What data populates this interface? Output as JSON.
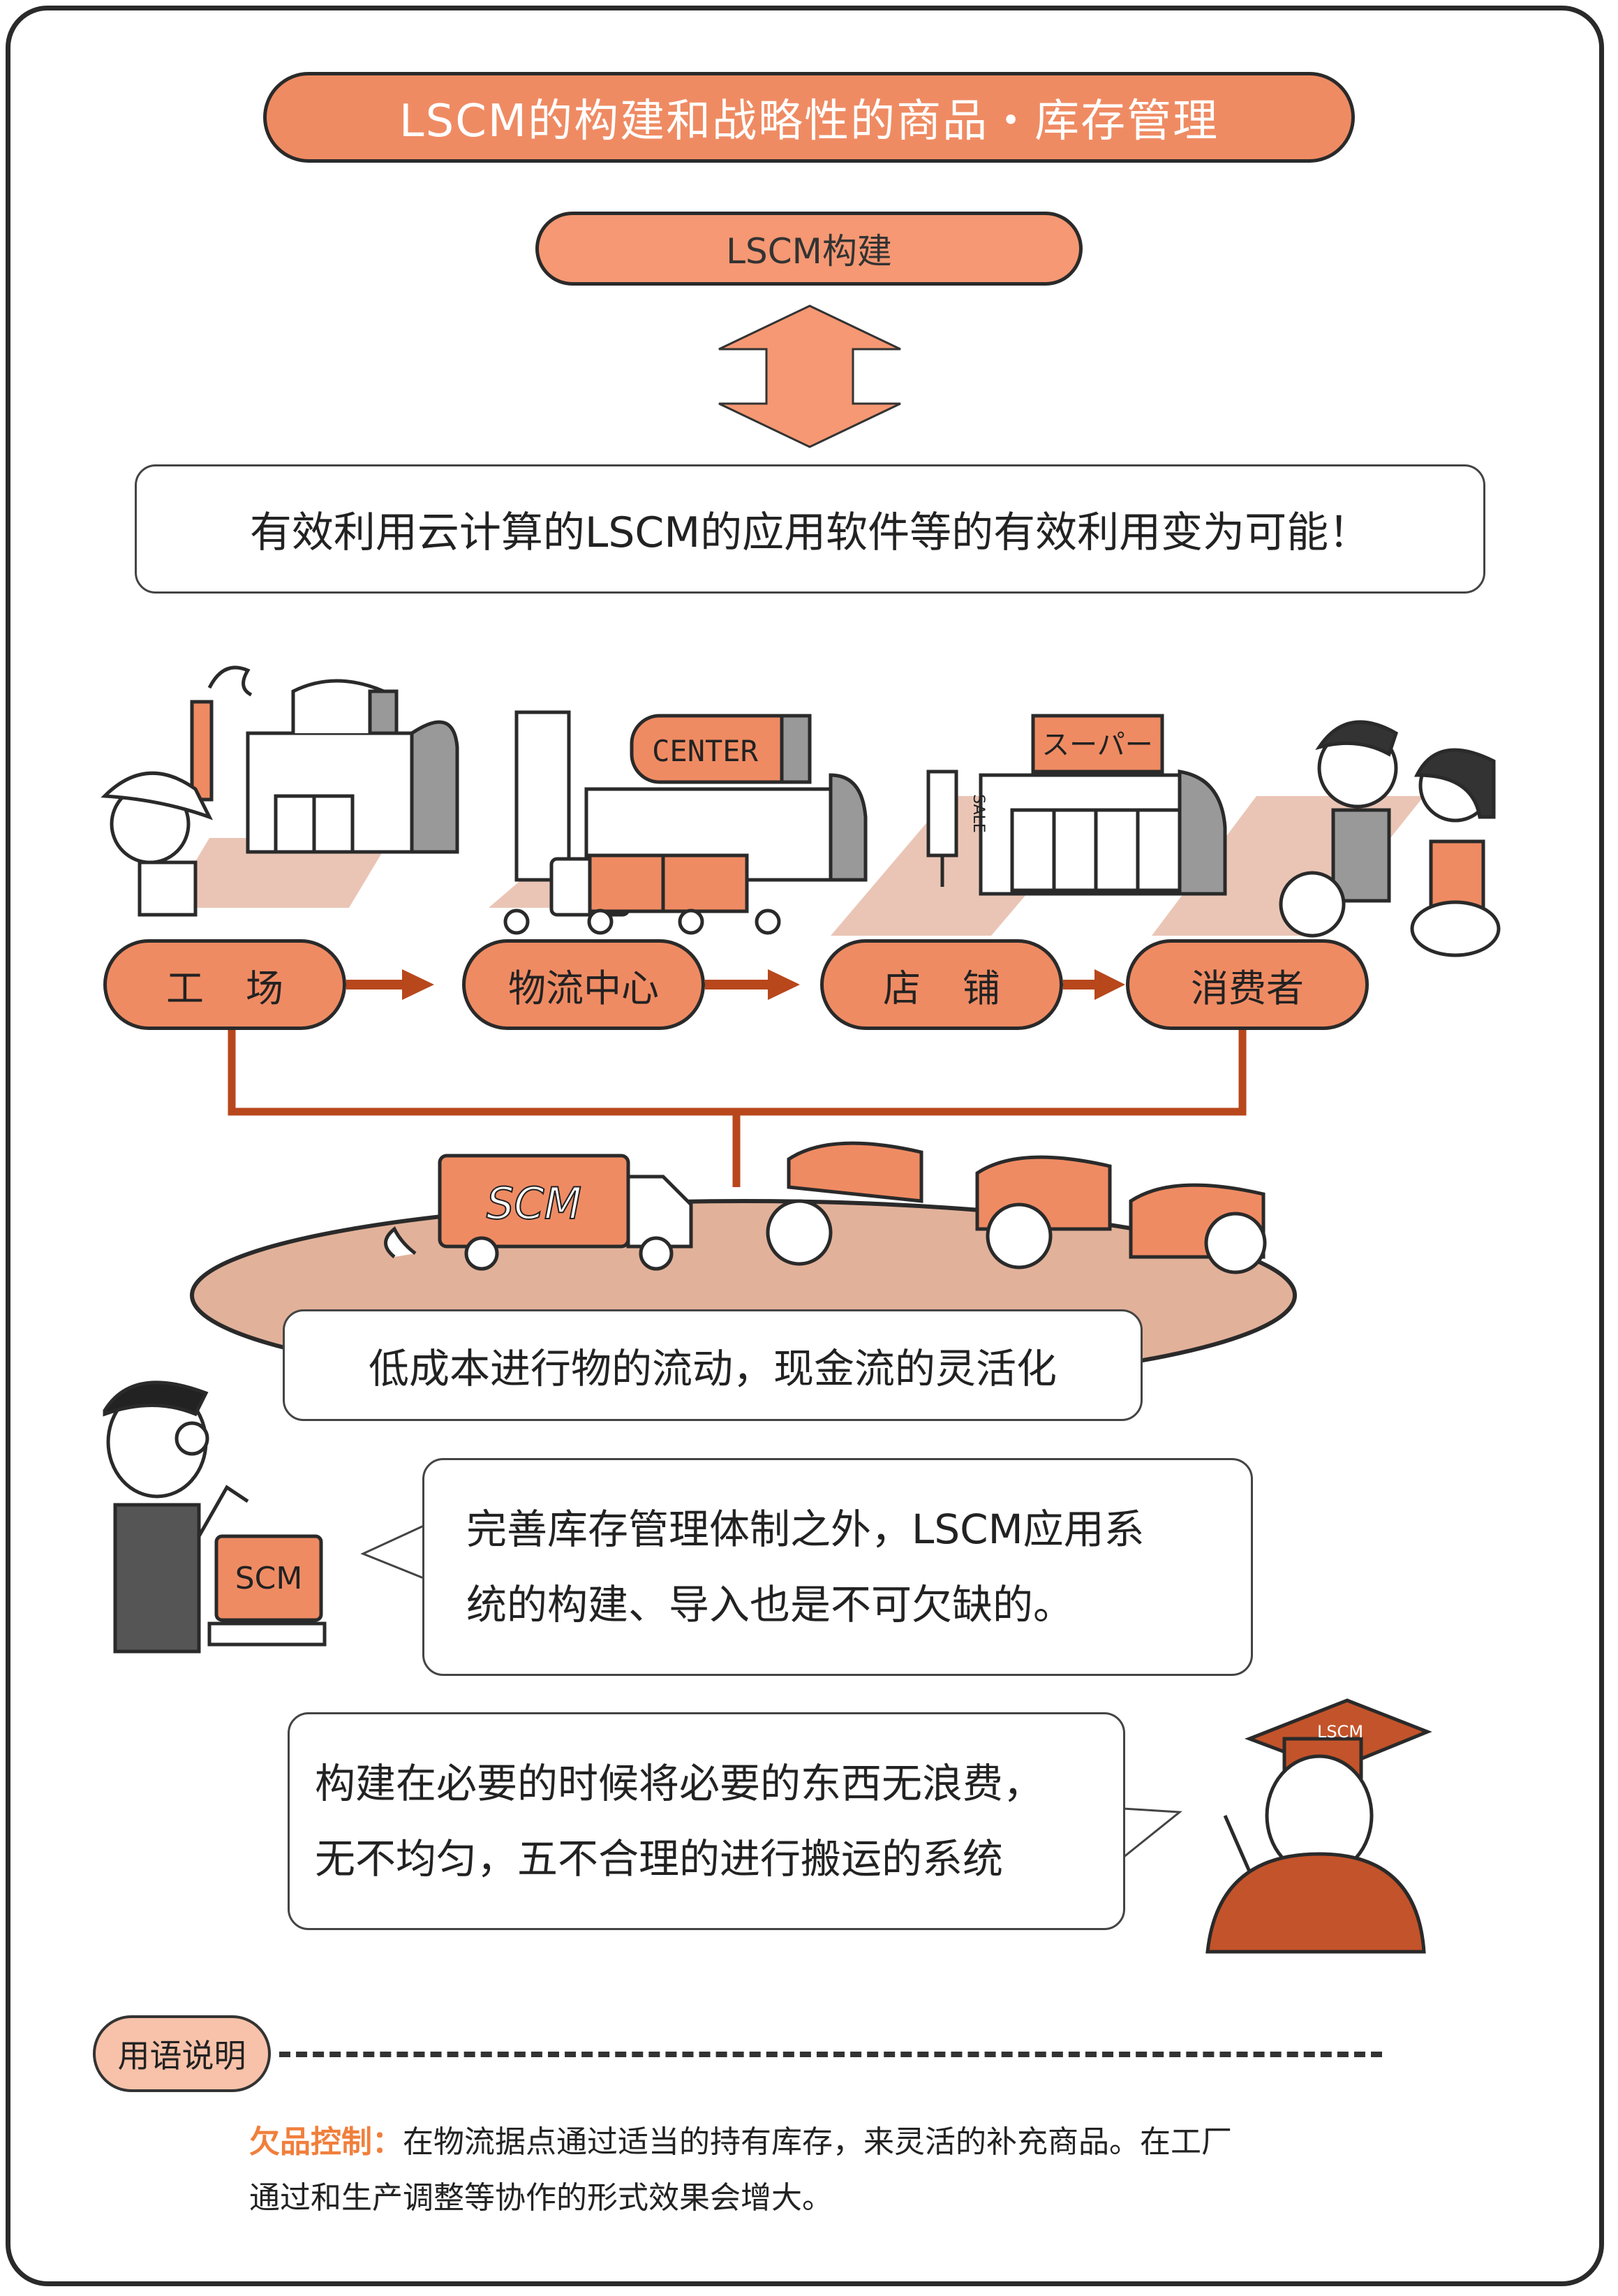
{
  "title": "LSCM的构建和战略性的商品・库存管理",
  "subtitle": "LSCM构建",
  "cloud_statement": "有效利用云计算的LSCM的应用软件等的有效利用变为可能！",
  "flow": {
    "nodes": [
      "工场",
      "物流中心",
      "店铺",
      "消费者"
    ]
  },
  "illustration_labels": {
    "center_sign": "CENTER",
    "super_sign": "スーパー",
    "sale_sign": "SALE",
    "truck_logo": "SCM",
    "computer_screen": "SCM",
    "hat_label": "LSCM"
  },
  "result_statement": "低成本进行物的流动，现金流的灵活化",
  "speech_1": {
    "line1": "完善库存管理体制之外，LSCM应用系",
    "line2": "统的构建、导入也是不可欠缺的。"
  },
  "speech_2": {
    "line1": "构建在必要的时候将必要的东西无浪费，",
    "line2": "无不均匀，五不合理的进行搬运的系统"
  },
  "terms": {
    "tag": "用语说明",
    "term": "欠品控制：",
    "definition_line1": "在物流据点通过适当的持有库存，来灵活的补充商品。在工厂",
    "definition_line2": "通过和生产调整等协作的形式效果会增大。"
  },
  "colors": {
    "accent": "#ef8b63",
    "accent_light": "#f59873",
    "connector": "#b8471c",
    "platform": "#e2b19a",
    "outline": "#2a2a2a",
    "term": "#f07f3c"
  }
}
